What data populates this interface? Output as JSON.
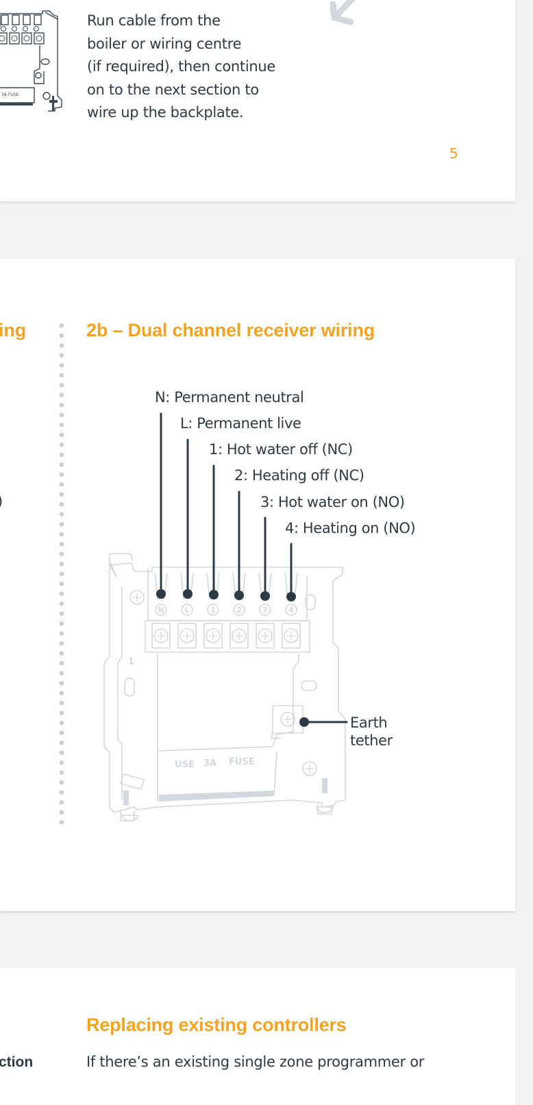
{
  "pages": [
    {
      "body_lines": [
        "Run cable from the",
        "boiler or wiring centre",
        "(if required), then continue",
        "on to the next section to",
        "wire up the backplate."
      ],
      "page_number": "5",
      "thumbnail_labels": {
        "terminals": [
          "1",
          "2",
          "3",
          "4"
        ],
        "fuse_text": "3A  FUSE"
      }
    },
    {
      "left_heading_fragment": "ing",
      "left_text_fragment": ")",
      "heading": "2b – Dual channel receiver wiring",
      "wiring_labels": [
        {
          "terminal": "N",
          "label": "N: Permanent neutral"
        },
        {
          "terminal": "L",
          "label": "L: Permanent live"
        },
        {
          "terminal": "1",
          "label": "1: Hot water off (NC)"
        },
        {
          "terminal": "2",
          "label": "2: Heating off (NC)"
        },
        {
          "terminal": "3",
          "label": "3: Hot water on (NO)"
        },
        {
          "terminal": "4",
          "label": "4: Heating on (NO)"
        }
      ],
      "earth_label_line1": "Earth",
      "earth_label_line2": "tether",
      "backplate_marks": {
        "side_number": "1",
        "fuse_text": [
          "USE",
          "3A",
          "FUSE"
        ]
      }
    },
    {
      "left_fragment": "ction",
      "heading": "Replacing existing controllers",
      "body_first_line": "If there’s an existing single zone programmer or"
    }
  ],
  "colors": {
    "accent_orange": "#f2a322",
    "text_dark": "#2f3a44",
    "diagram_line": "#d3d8de",
    "wire": "#2c3a46",
    "background": "#f1f2f4"
  }
}
